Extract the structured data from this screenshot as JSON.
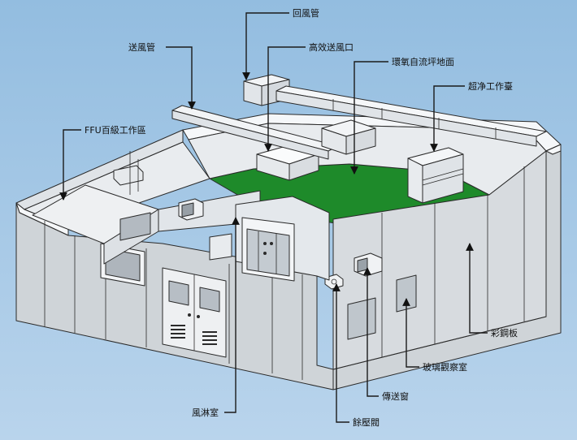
{
  "colors": {
    "background": "#a8c8e4",
    "floor": "#1e8a2a",
    "wall_outer": "#cfd4d8",
    "wall_inner": "#e8ebee",
    "wall_top": "#f5f7f9",
    "duct": "#f2f4f6",
    "label": "#111111"
  },
  "labels": {
    "return_duct": "回風管",
    "supply_duct": "送風管",
    "hepa_outlet": "高效送風口",
    "epoxy_floor": "環氧自流坪地面",
    "clean_bench": "超净工作臺",
    "ffu_zone": "FFU百級工作區",
    "color_steel_panel": "彩鋼板",
    "observation_window": "玻璃觀察室",
    "pass_box": "傳送窗",
    "air_shower": "風淋室",
    "relief_valve": "餘壓閥"
  },
  "icons": {
    "arrow": "arrowhead-icon"
  }
}
